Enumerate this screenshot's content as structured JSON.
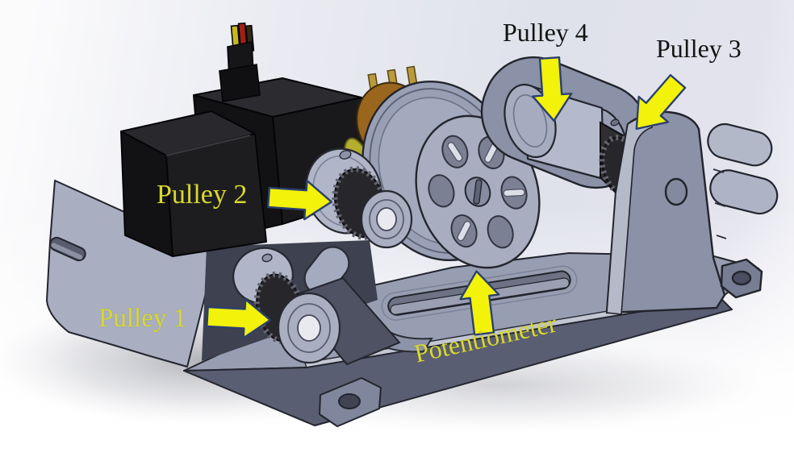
{
  "figure": {
    "annotations": {
      "pulley4": {
        "text": "Pulley 4",
        "label_style": "dark",
        "arrow_direction": "down"
      },
      "pulley3": {
        "text": "Pulley 3",
        "label_style": "dark",
        "arrow_direction": "down-left"
      },
      "pulley2": {
        "text": "Pulley 2",
        "label_style": "yellow",
        "arrow_direction": "right"
      },
      "pulley1": {
        "text": "Pulley 1",
        "label_style": "yellow",
        "arrow_direction": "right"
      },
      "potentiometer": {
        "text": "Potentiometer",
        "label_style": "yellow",
        "arrow_direction": "up",
        "rotation_deg": -12.5
      }
    },
    "annotation_colors": {
      "arrow_fill": "#f2f20a",
      "arrow_outline": "#2c4070",
      "dark_label": "#141414",
      "yellow_label": "#d8d832"
    },
    "render_colors": {
      "background_tint": "#e0e2eb",
      "metal_light": "#b5bac9",
      "metal_mid": "#989eb2",
      "metal_dark": "#5a5e72",
      "servo_black": "#17171a",
      "pin_gold": "#bb9a3e",
      "pot_body": "#9a651d",
      "bushing_yellow": "#b5ad2e"
    },
    "components": [
      "base-plate",
      "left-plate",
      "servo-motor-left",
      "servo-motor-right",
      "servo-connector-wires",
      "potentiometer-pins",
      "potentiometer-body",
      "potentiometer-pulley-wheel",
      "pulley-disc",
      "pulley-1",
      "pulley-2",
      "pulley-3",
      "pulley-4",
      "right-bracket",
      "output-shafts",
      "mounting-tab-front",
      "mounting-tab-right",
      "base-slot"
    ]
  }
}
